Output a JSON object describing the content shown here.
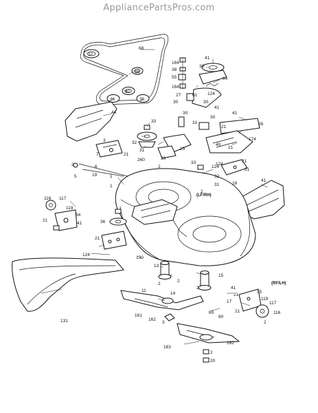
{
  "watermark": "AppliancePartsPros.com",
  "side_tags": {
    "left": "(LF/RH)",
    "right": "(RF/LH)"
  },
  "callouts": [
    "68",
    "32",
    "36",
    "32",
    "36",
    "36",
    "41",
    "164",
    "38",
    "36",
    "55",
    "164",
    "27",
    "30",
    "84",
    "61",
    "124",
    "30",
    "30",
    "44",
    "33",
    "32",
    "31",
    "25",
    "3",
    "21",
    "7",
    "2",
    "2",
    "260",
    "6",
    "5",
    "19",
    "1",
    "41",
    "21",
    "174",
    "26",
    "30",
    "31",
    "41",
    "40",
    "21",
    "21",
    "124",
    "33",
    "32",
    "18",
    "21",
    "124",
    "30",
    "1",
    "31",
    "2",
    "41",
    "116",
    "117",
    "119",
    "34",
    "41",
    "21",
    "36",
    "21",
    "124",
    "130",
    "131",
    "13",
    "2",
    "2",
    "15",
    "2",
    "11",
    "14",
    "60",
    "161",
    "162",
    "3",
    "17",
    "41",
    "21",
    "35",
    "117",
    "119",
    "116",
    "2",
    "21",
    "60",
    "162",
    "163",
    "2",
    "20"
  ]
}
